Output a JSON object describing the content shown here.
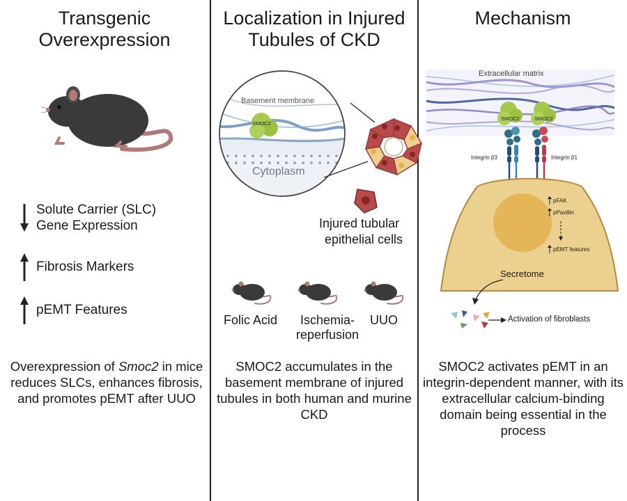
{
  "columns": [
    {
      "title_line1": "Transgenic",
      "title_line2": "Overexpression",
      "effects": [
        {
          "direction": "down",
          "line1": "Solute Carrier (SLC)",
          "line2": "Gene Expression"
        },
        {
          "direction": "up",
          "line1": "Fibrosis Markers",
          "line2": ""
        },
        {
          "direction": "up",
          "line1": "pEMT Features",
          "line2": ""
        }
      ],
      "caption_pre": "Overexpression of ",
      "caption_gene": "Smoc2",
      "caption_post": " in mice reduces SLCs, enhances fibrosis, and promotes pEMT after UUO"
    },
    {
      "title_line1": "Localization in Injured",
      "title_line2": "Tubules of CKD",
      "basement_membrane_label": "Basement membrane",
      "protein_label": "SMOC2",
      "cytoplasm_label": "Cytoplasm",
      "cells_label_line1": "Injured tubular",
      "cells_label_line2": "epithelial cells",
      "models": [
        {
          "line1": "Folic Acid",
          "line2": ""
        },
        {
          "line1": "Ischemia-",
          "line2": "reperfusion"
        },
        {
          "line1": "UUO",
          "line2": ""
        }
      ],
      "caption": "SMOC2 accumulates in the basement membrane of injured tubules in both human and murine CKD"
    },
    {
      "title": "Mechanism",
      "ecm_label": "Extracellular matrix",
      "protein_label": "SMOC2",
      "integrin_left": "Integrin β3",
      "integrin_right": "Integrin β1",
      "signals": [
        "pFAK",
        "pPaxillin",
        "pEMT features"
      ],
      "secretome_label": "Secretome",
      "activation_label": "Activation of fibroblasts",
      "caption": "SMOC2 activates pEMT in an integrin-dependent manner, with its extracellular calcium-binding domain being essential in the process"
    }
  ],
  "colors": {
    "mouse": "#3a3a3a",
    "tail": "#b07a78",
    "smoc2": "#a5c94f",
    "cell": "#ecd08f",
    "cell_border": "#b48a3c",
    "nucleus": "#e3b24d",
    "injured_cell": "#b74b4b",
    "divider": "#222222"
  }
}
